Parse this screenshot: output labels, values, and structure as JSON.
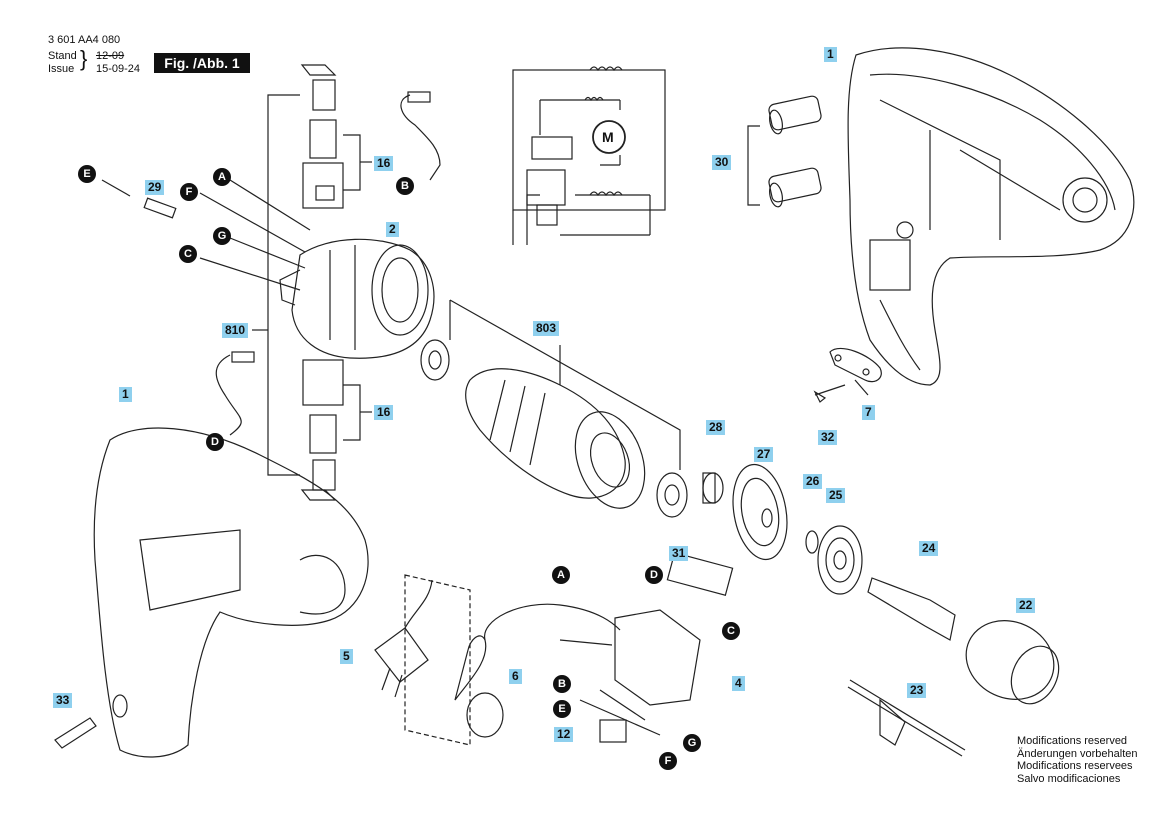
{
  "header": {
    "doc_number": "3 601 AA4 080",
    "stand_label": "Stand",
    "issue_label": "Issue",
    "stand_date": "12-09",
    "issue_date": "15-09-24",
    "figure_label": "Fig. /Abb. 1"
  },
  "part_labels": {
    "p1_top": "1",
    "p30": "30",
    "p7": "7",
    "p32": "32",
    "p2": "2",
    "p16_top": "16",
    "p16_bottom": "16",
    "p810": "810",
    "p29": "29",
    "p803": "803",
    "p28": "28",
    "p27": "27",
    "p26": "26",
    "p25": "25",
    "p24": "24",
    "p22": "22",
    "p1_bottom": "1",
    "p31": "31",
    "p4": "4",
    "p5": "5",
    "p6": "6",
    "p12": "12",
    "p23": "23",
    "p33": "33"
  },
  "connectors": {
    "A_top": "A",
    "B_top": "B",
    "C_left": "C",
    "D_left": "D",
    "E_left": "E",
    "F_left": "F",
    "G_left": "G",
    "A_sw": "A",
    "B_sw": "B",
    "C_sw": "C",
    "D_sw": "D",
    "E_sw": "E",
    "F_sw": "F",
    "G_sw": "G"
  },
  "schematic": {
    "motor_symbol": "M"
  },
  "notes": [
    "Modifications reserved",
    "Änderungen vorbehalten",
    "Modifications reservees",
    "Salvo modificaciones"
  ]
}
